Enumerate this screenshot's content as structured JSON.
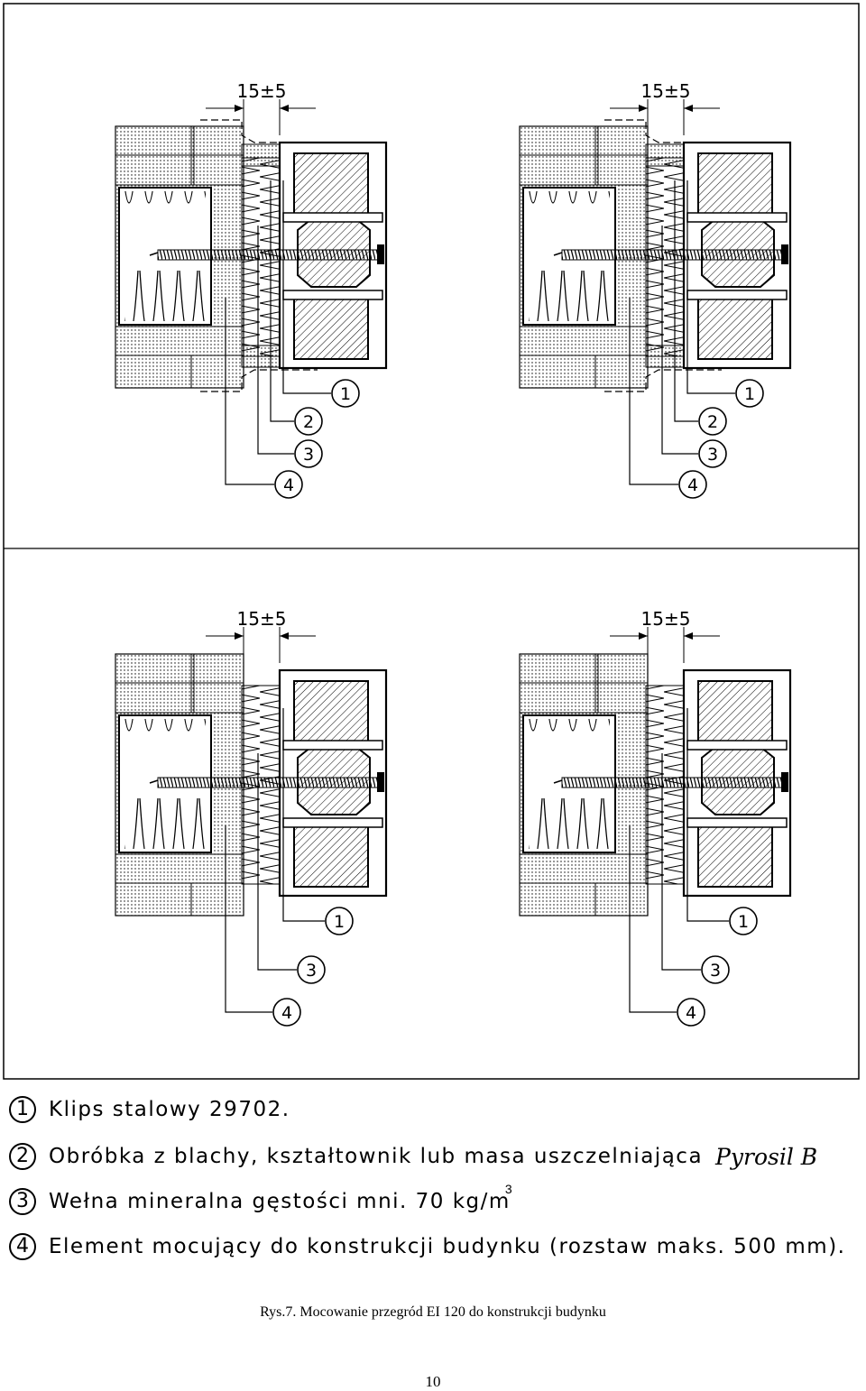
{
  "figure": {
    "dimension_label": "15±5",
    "callout_numbers": [
      "1",
      "2",
      "3",
      "4"
    ],
    "panels_with_callouts": [
      [
        "1",
        "2",
        "3",
        "4"
      ],
      [
        "1",
        "2",
        "3",
        "4"
      ],
      [
        "1",
        "3",
        "4"
      ],
      [
        "1",
        "3",
        "4"
      ]
    ]
  },
  "legend": [
    {
      "num": "1",
      "text": "Klips stalowy 29702."
    },
    {
      "num": "2",
      "text": "Obróbka z blachy, kształtownik lub masa uszczelniająca",
      "handwritten": "Pyrosil B"
    },
    {
      "num": "3",
      "text": "Wełna mineralna gęstości mni. 70 kg/m",
      "sup": "3"
    },
    {
      "num": "4",
      "text": "Element mocujący do konstrukcji budynku (rozstaw maks. 500 mm)."
    }
  ],
  "caption": "Rys.7. Mocowanie przegród EI 120 do konstrukcji budynku",
  "page_number": "10"
}
